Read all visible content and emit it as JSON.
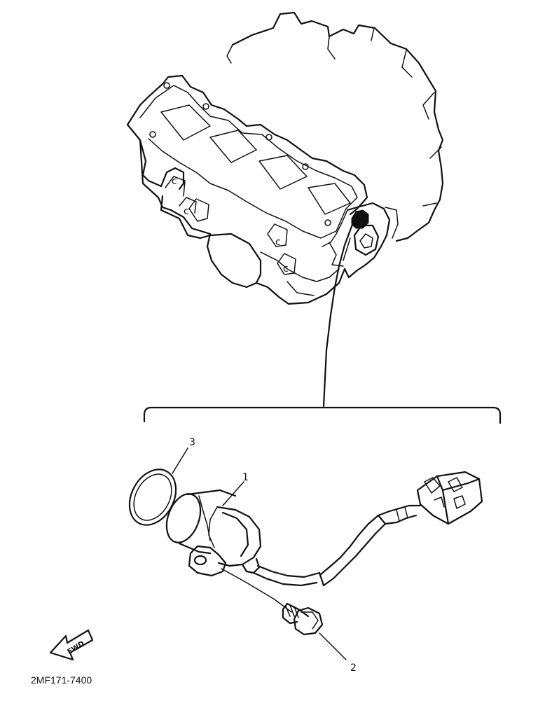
{
  "diagram": {
    "callouts": [
      {
        "id": "1",
        "label": "1"
      },
      {
        "id": "2",
        "label": "2"
      },
      {
        "id": "3",
        "label": "3"
      }
    ],
    "direction_marker": {
      "text": "FWD"
    },
    "part_code": "2MF171-7400"
  }
}
